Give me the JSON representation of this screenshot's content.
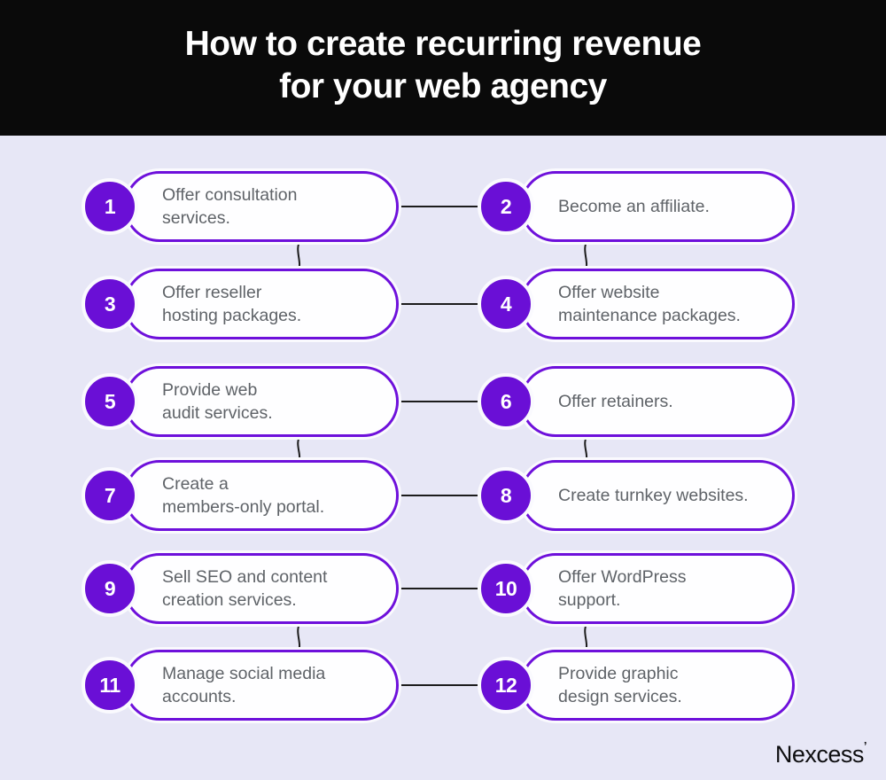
{
  "header": {
    "title_line1": "How to create recurring revenue",
    "title_line2": "for your web agency"
  },
  "steps": [
    {
      "number": "1",
      "text": "Offer consultation\nservices."
    },
    {
      "number": "2",
      "text": "Become an affiliate."
    },
    {
      "number": "3",
      "text": "Offer reseller\nhosting packages."
    },
    {
      "number": "4",
      "text": "Offer website\nmaintenance packages."
    },
    {
      "number": "5",
      "text": "Provide web\naudit services."
    },
    {
      "number": "6",
      "text": "Offer retainers."
    },
    {
      "number": "7",
      "text": "Create a\nmembers-only portal."
    },
    {
      "number": "8",
      "text": "Create turnkey websites."
    },
    {
      "number": "9",
      "text": "Sell SEO and content\ncreation services."
    },
    {
      "number": "10",
      "text": "Offer WordPress\nsupport."
    },
    {
      "number": "11",
      "text": "Manage social media\naccounts."
    },
    {
      "number": "12",
      "text": "Provide graphic\ndesign services."
    }
  ],
  "footer": {
    "brand": "Nexcess",
    "trademark_glyph": "’"
  },
  "colors": {
    "accent_purple": "#6E10DB",
    "badge_purple": "#6A0FD6",
    "background_lavender": "#E7E7F6",
    "header_background": "#0A0A0A",
    "body_text_gray": "#5F6368",
    "connector_line": "#1C1C1C"
  }
}
